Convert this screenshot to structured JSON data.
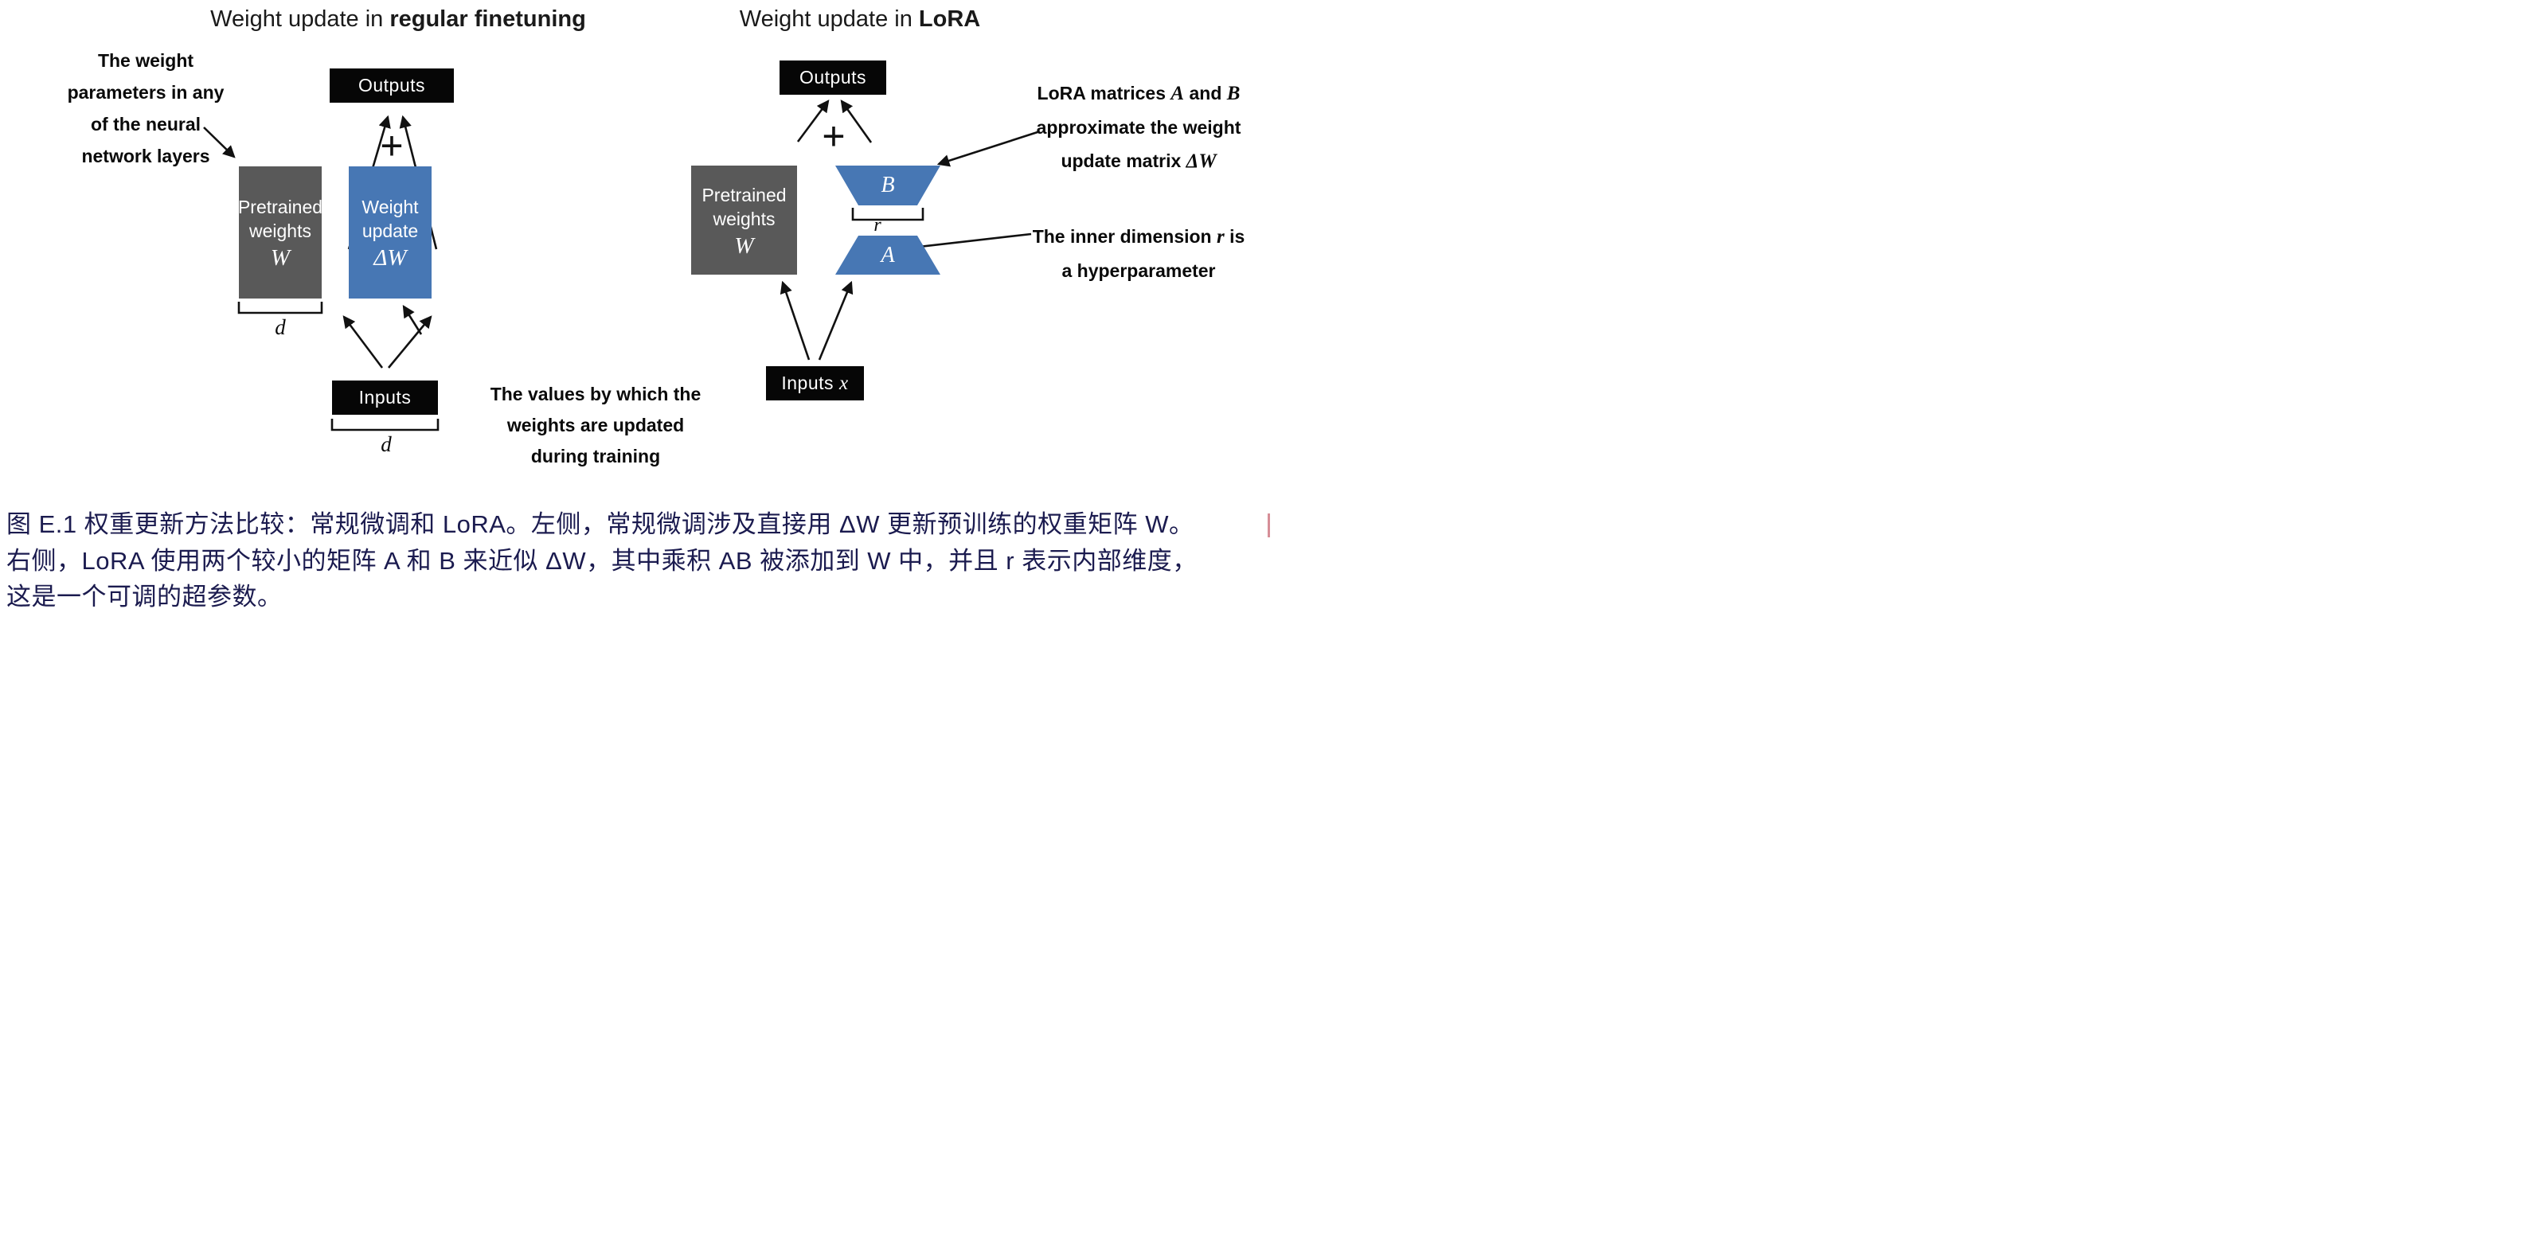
{
  "figure": {
    "left": {
      "title_prefix": "Weight update in ",
      "title_bold": "regular finetuning",
      "annotation_weights_lines": [
        "The weight",
        "parameters in any",
        "of the neural",
        "network layers"
      ],
      "outputs": "Outputs",
      "plus": "+",
      "pretrained": {
        "l1": "Pretrained",
        "l2": "weights",
        "sym": "W"
      },
      "weight_update": {
        "l1": "Weight",
        "l2": "update",
        "sym": "ΔW"
      },
      "dim_w": "d",
      "inputs": "Inputs",
      "dim_inputs": "d",
      "annotation_values_lines": [
        "The values by which the",
        "weights are updated",
        "during training"
      ]
    },
    "right": {
      "title_prefix": "Weight update in ",
      "title_bold": "LoRA",
      "outputs": "Outputs",
      "plus": "+",
      "pretrained": {
        "l1": "Pretrained",
        "l2": "weights",
        "sym": "W"
      },
      "matrix_b": "B",
      "rank": "r",
      "matrix_a": "A",
      "inputs_prefix": "Inputs",
      "inputs_sym": "x",
      "annotation_lora": {
        "l1a": "LoRA matrices ",
        "l1b": "A",
        "l1c": " and ",
        "l1d": "B",
        "l2": "approximate the weight",
        "l3a": "update matrix ",
        "l3b": "ΔW"
      },
      "annotation_rank": {
        "l1a": "The inner dimension ",
        "l1b": "r",
        "l1c": " is",
        "l2": "a hyperparameter"
      }
    },
    "colors": {
      "pretrained_gray": "#595959",
      "lora_blue": "#4777B4",
      "box_black": "#060606",
      "caption_navy": "#1b1b4f",
      "cursor_pink": "#cf7a85"
    },
    "caption_lines": [
      "图 E.1 权重更新方法比较：常规微调和 LoRA。左侧，常规微调涉及直接用 ΔW 更新预训练的权重矩阵 W。",
      "右侧，LoRA 使用两个较小的矩阵 A 和 B 来近似 ΔW，其中乘积 AB 被添加到 W 中，并且 r 表示内部维度，",
      "这是一个可调的超参数。"
    ]
  }
}
